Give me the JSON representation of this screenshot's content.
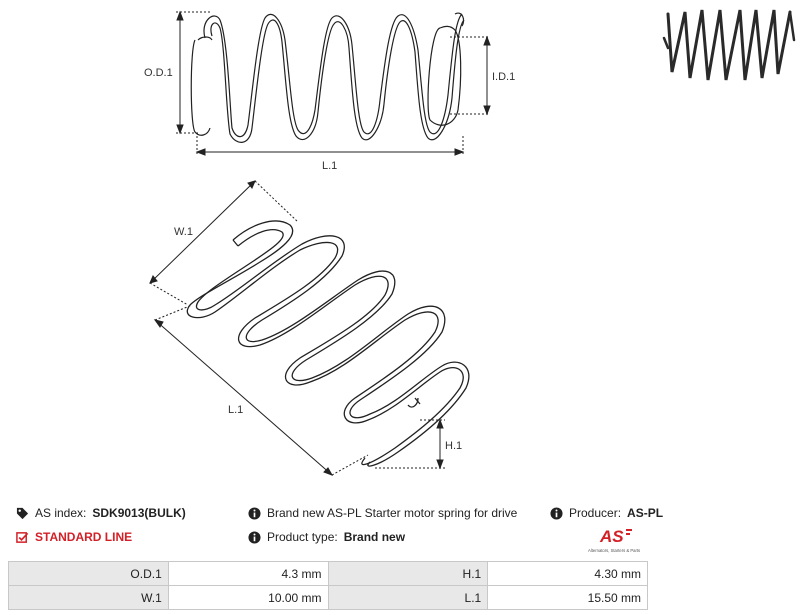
{
  "drawing": {
    "top_labels": {
      "od": "O.D.1",
      "id": "I.D.1",
      "length": "L.1"
    },
    "iso_labels": {
      "width": "W.1",
      "length": "L.1",
      "height": "H.1"
    }
  },
  "info": {
    "as_index_label": "AS index:",
    "as_index_value": "SDK9013(BULK)",
    "standard_line": "STANDARD LINE",
    "description": "Brand new AS-PL Starter motor spring for drive",
    "product_type_label": "Product type:",
    "product_type_value": "Brand new",
    "producer_label": "Producer:",
    "producer_value": "AS-PL",
    "logo_text": "AS",
    "logo_tagline": "Alternators, Starters & Parts"
  },
  "specs": [
    {
      "label": "O.D.1",
      "value": "4.3 mm",
      "label2": "H.1",
      "value2": "4.30 mm"
    },
    {
      "label": "W.1",
      "value": "10.00 mm",
      "label2": "L.1",
      "value2": "15.50 mm"
    }
  ],
  "colors": {
    "accent": "#d32027",
    "table_label_bg": "#e8e8e8",
    "border": "#c8c8c8"
  }
}
